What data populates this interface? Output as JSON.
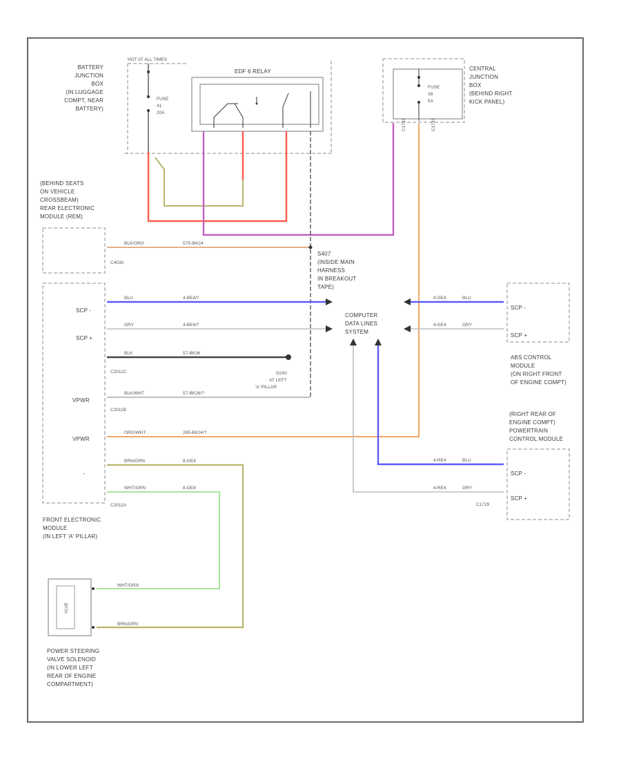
{
  "diagram": {
    "corner_code": "",
    "hot_label": "HOT AT ALL TIMES",
    "components": {
      "battery_jb": [
        "BATTERY",
        "JUNCTION",
        "BOX",
        "(IN LUGGAGE",
        "COMPT, NEAR",
        "BATTERY)"
      ],
      "fuse_left": [
        "FUSE",
        "41",
        "20A"
      ],
      "relay": "EDF 6 RELAY",
      "cjb": [
        "CENTRAL",
        "JUNCTION",
        "BOX",
        "(BEHIND RIGHT",
        "KICK PANEL)"
      ],
      "fuse_right": [
        "FUSE",
        "38",
        "5A"
      ],
      "rem": [
        "(BEHIND SEATS",
        "ON VEHICLE",
        "CROSSBEAM)",
        "REAR ELECTRONIC",
        "MODULE (REM)"
      ],
      "rem_conn": "C4035",
      "splice": [
        "S407",
        "(INSIDE MAIN",
        "HARNESS",
        "IN BREAKOUT",
        "TAPE)"
      ],
      "fem": [
        "FRONT ELECTRONIC",
        "MODULE",
        "(IN LEFT 'A' PILLAR)"
      ],
      "fem_pins": {
        "scp_minus": "SCP -",
        "scp_plus": "SCP +",
        "vpwr1": "VPWR",
        "vpwr2": "VPWR",
        "dash": "-"
      },
      "fem_conns": {
        "c2011c": "C2011C",
        "c2011b": "C2011B",
        "c2011a": "C2011A"
      },
      "ground": [
        "G200",
        "AT LEFT",
        "'A' PILLAR"
      ],
      "cdl": [
        "COMPUTER",
        "DATA LINES",
        "SYSTEM"
      ],
      "abs": [
        "ABS CONTROL",
        "MODULE",
        "(ON RIGHT FRONT",
        "OF ENGINE COMPT)"
      ],
      "abs_pins": {
        "scp_minus": "SCP -",
        "scp_plus": "SCP +"
      },
      "pcm": [
        "(RIGHT REAR OF",
        "ENGINE COMPT)",
        "POWERTRAIN",
        "CONTROL MODULE"
      ],
      "pcm_pins": {
        "scp_minus": "SCP -",
        "scp_plus": "SCP +"
      },
      "pcm_conn": "C1729",
      "solenoid": "VLVE",
      "ps": [
        "POWER STEERING",
        "VALVE SOLENOID",
        "(IN LOWER LEFT",
        "REAR OF ENGINE",
        "COMPARTMENT)"
      ]
    },
    "wires": {
      "rem_wire": {
        "color": "BLK/ORG",
        "circuit": "57S-BK24"
      },
      "scp_minus": {
        "color": "BLU",
        "circuit": "4-BE4/?"
      },
      "scp_plus": {
        "color": "GRY",
        "circuit": "4-BE4/?"
      },
      "ground": {
        "color": "BLK",
        "circuit": "57-BK36"
      },
      "vpwr1": {
        "color": "BLK/WHT",
        "circuit": "57-BK26/?"
      },
      "vpwr2": {
        "color": "ORG/WHT",
        "circuit": "285-BK24/?"
      },
      "ps1": {
        "color": "BRN/GRN",
        "circuit": "8-GE4"
      },
      "ps2": {
        "color": "WHT/GRN",
        "circuit": "8-GE4"
      },
      "abs_minus": {
        "color": "BLU",
        "circuit": "4-GE4"
      },
      "abs_plus": {
        "color": "GRY",
        "circuit": "4-GE4"
      },
      "pcm_minus": {
        "color": "BLU",
        "circuit": "4-RE4"
      },
      "pcm_plus": {
        "color": "GRY",
        "circuit": "4-RE4"
      },
      "solenoid_top": {
        "color": "WHT/GRN"
      },
      "solenoid_bot": {
        "color": "BRN/GRN"
      },
      "cjb_c1": "C1733",
      "cjb_c2": "C1733"
    },
    "colors": {
      "red": "#ff5a4a",
      "magenta": "#c060c0",
      "orange": "#f4a866",
      "blue": "#5a5aff",
      "olive": "#b9b46a",
      "green": "#a0e08a",
      "black": "#333333"
    }
  }
}
